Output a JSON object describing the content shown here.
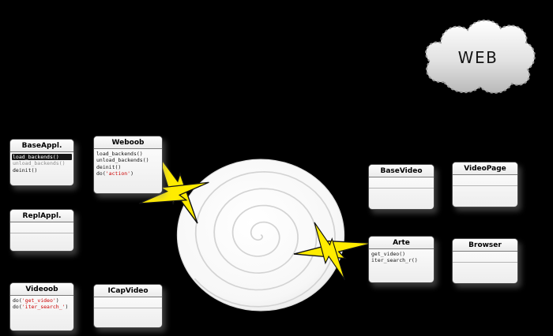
{
  "cloud": {
    "label": "WEB"
  },
  "colors": {
    "bolt": "#ffec00",
    "bolt_stroke": "#111111",
    "string_red": "#cc0000",
    "background": "#000000"
  },
  "boxes": {
    "baseappl": {
      "title": "BaseAppl.",
      "lines": [
        {
          "style": "inv",
          "segments": [
            {
              "t": "load_backends()"
            }
          ]
        },
        {
          "style": "muted",
          "segments": [
            {
              "t": "unload_backends()"
            }
          ]
        },
        {
          "segments": [
            {
              "t": "deinit()"
            }
          ]
        }
      ]
    },
    "weboob": {
      "title": "Weboob",
      "lines": [
        {
          "segments": [
            {
              "t": "load_backends()"
            }
          ]
        },
        {
          "segments": [
            {
              "t": "unload_backends()"
            }
          ]
        },
        {
          "segments": [
            {
              "t": "deinit()"
            }
          ]
        },
        {
          "segments": [
            {
              "t": "do("
            },
            {
              "t": "'action'",
              "c": "red"
            },
            {
              "t": ")"
            }
          ]
        }
      ]
    },
    "replappl": {
      "title": "ReplAppl.",
      "lines": []
    },
    "videoob": {
      "title": "Videoob",
      "lines": [
        {
          "segments": [
            {
              "t": "do("
            },
            {
              "t": "'get_video'",
              "c": "red"
            },
            {
              "t": ")"
            }
          ]
        },
        {
          "segments": [
            {
              "t": "do("
            },
            {
              "t": "'iter_search_'",
              "c": "red"
            },
            {
              "t": ")"
            }
          ]
        }
      ]
    },
    "icapvideo": {
      "title": "ICapVideo",
      "lines": []
    },
    "basevideo": {
      "title": "BaseVideo",
      "lines": []
    },
    "videopage": {
      "title": "VideoPage",
      "lines": []
    },
    "arte": {
      "title": "Arte",
      "lines": [
        {
          "segments": [
            {
              "t": "get_video()"
            }
          ]
        },
        {
          "segments": [
            {
              "t": "iter_search_r()"
            }
          ]
        }
      ]
    },
    "browser": {
      "title": "Browser",
      "lines": []
    }
  }
}
